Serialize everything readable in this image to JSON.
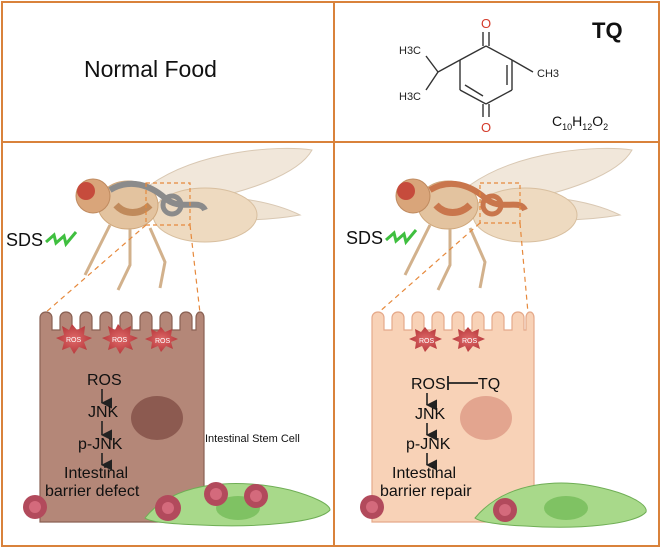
{
  "colors": {
    "border": "#d9823b",
    "left_cell": "#b48778",
    "right_cell": "#f8d2b7",
    "ros_burst": "#c8474a",
    "stem_cell": "#a8d98a",
    "sds_arrow": "#3fbf3f"
  },
  "left_header": {
    "title": "Normal Food"
  },
  "right_header": {
    "compound_name": "TQ",
    "formula": {
      "c": "C",
      "c_n": "10",
      "h": "H",
      "h_n": "12",
      "o": "O",
      "o_n": "2"
    },
    "groups": {
      "ch3_a": "H3C",
      "ch3_b": "H3C",
      "ch3_c": "CH3",
      "oxygen": "O"
    }
  },
  "left_panel": {
    "sds_label": "SDS",
    "ros_bursts": [
      "ROS",
      "ROS",
      "ROS"
    ],
    "pathway": [
      "ROS",
      "JNK",
      "p-JNK"
    ],
    "outcome_lines": [
      "Intestinal",
      "barrier defect"
    ],
    "stem_cell_label": "Intestinal Stem Cell"
  },
  "right_panel": {
    "sds_label": "SDS",
    "ros_bursts": [
      "ROS",
      "ROS"
    ],
    "pathway": [
      "ROS",
      "JNK",
      "p-JNK"
    ],
    "inhibitor": "TQ",
    "outcome_lines": [
      "Intestinal",
      "barrier repair"
    ]
  }
}
